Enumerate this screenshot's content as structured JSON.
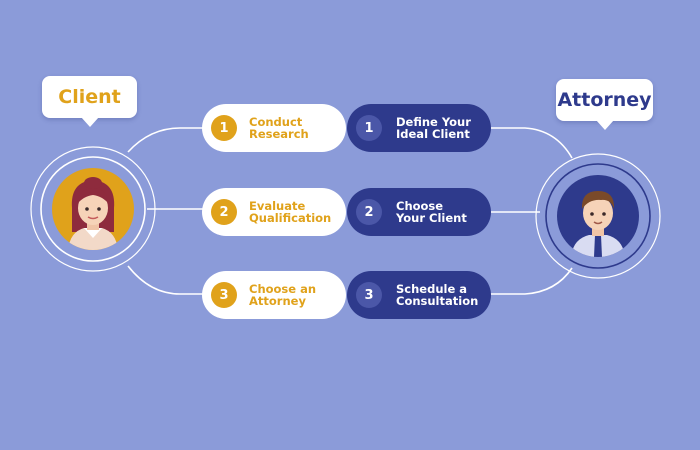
{
  "actors": {
    "client": {
      "label": "Client"
    },
    "attorney": {
      "label": "Attorney"
    }
  },
  "client_steps": [
    {
      "number": "1",
      "label": "Conduct\nResearch"
    },
    {
      "number": "2",
      "label": "Evaluate\nQualification"
    },
    {
      "number": "3",
      "label": "Choose an\nAttorney"
    }
  ],
  "attorney_steps": [
    {
      "number": "1",
      "label": "Define Your\nIdeal Client"
    },
    {
      "number": "2",
      "label": "Choose\nYour Client"
    },
    {
      "number": "3",
      "label": "Schedule a\nConsultation"
    }
  ],
  "colors": {
    "background": "#8b9bd9",
    "accent_gold": "#e0a21b",
    "navy": "#2e3a8c",
    "white": "#ffffff"
  }
}
